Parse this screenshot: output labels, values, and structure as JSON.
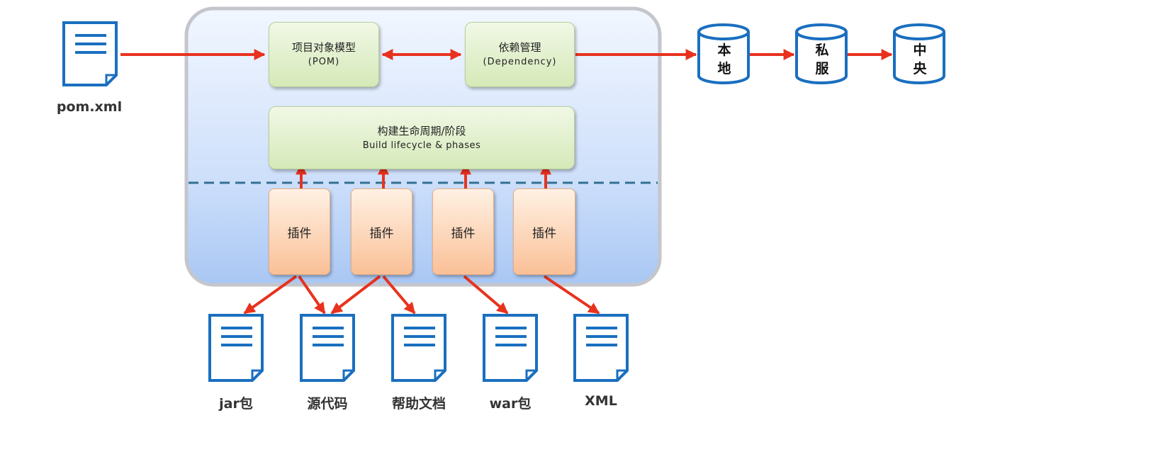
{
  "colors": {
    "arrow": "#e8321e",
    "doc_blue": "#1a6fbf",
    "dashed": "#33708f"
  },
  "core": {
    "pom_model": {
      "title": "项目对象模型",
      "subtitle": "(POM)"
    },
    "dependency": {
      "title": "依赖管理",
      "subtitle": "(Dependency)"
    },
    "lifecycle": {
      "title": "构建生命周期/阶段",
      "subtitle": "Build lifecycle & phases"
    },
    "plugins": [
      "插件",
      "插件",
      "插件",
      "插件"
    ]
  },
  "input_doc": {
    "label": "pom.xml",
    "icon": "document-icon"
  },
  "repositories": [
    {
      "label": "本\n地",
      "icon": "database-icon"
    },
    {
      "label": "私\n服",
      "icon": "database-icon"
    },
    {
      "label": "中\n央",
      "icon": "database-icon"
    }
  ],
  "outputs": [
    {
      "label": "jar包",
      "icon": "document-icon"
    },
    {
      "label": "源代码",
      "icon": "document-icon"
    },
    {
      "label": "帮助文档",
      "icon": "document-icon"
    },
    {
      "label": "war包",
      "icon": "document-icon"
    },
    {
      "label": "XML",
      "icon": "document-icon"
    }
  ]
}
